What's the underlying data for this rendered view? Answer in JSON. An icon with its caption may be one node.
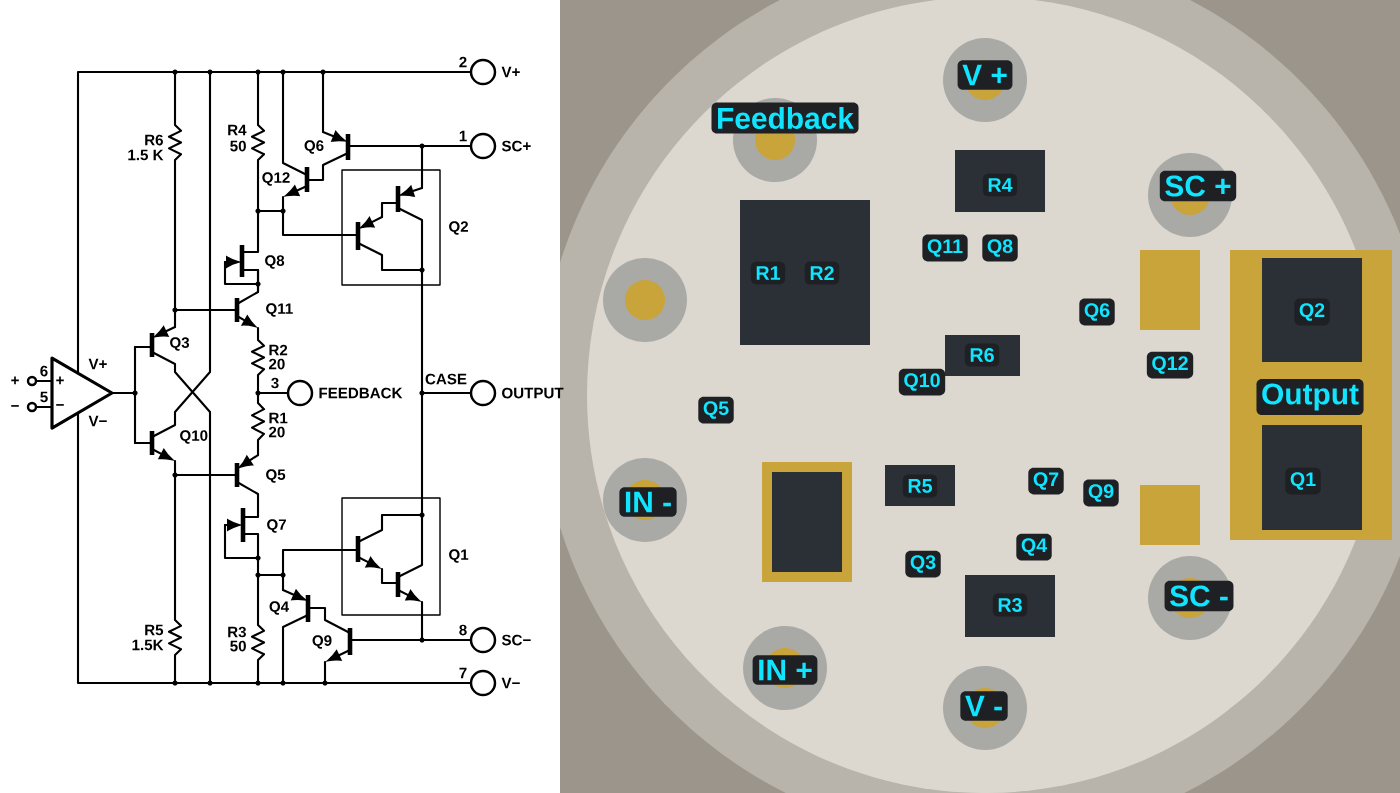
{
  "diagram": {
    "labels": [
      "2",
      "V+",
      "R6",
      "R4",
      "1",
      "1.5 K",
      "50",
      "Q6",
      "SC+",
      "Q12",
      "Q2",
      "Q8",
      "Q11",
      "Q3",
      "R2",
      "V+",
      "20",
      "+",
      "6",
      "+",
      "3",
      "CASE",
      "FEEDBACK",
      "OUTPUT",
      "−",
      "5",
      "−",
      "V−",
      "R1",
      "Q10",
      "20",
      "Q5",
      "Q7",
      "Q1",
      "Q4",
      "R5",
      "R3",
      "8",
      "1.5K",
      "50",
      "Q9",
      "SC−",
      "7",
      "V−",
      "V +",
      "Feedback",
      "R4",
      "SC +",
      "Q11",
      "Q8",
      "R1",
      "R2",
      "Q6",
      "Q2",
      "R6",
      "Q12",
      "Q10",
      "Output",
      "Q5",
      "IN -",
      "R5",
      "Q7",
      "Q9",
      "Q1",
      "Q4",
      "Q3",
      "R3",
      "SC -",
      "IN +",
      "V -"
    ]
  }
}
